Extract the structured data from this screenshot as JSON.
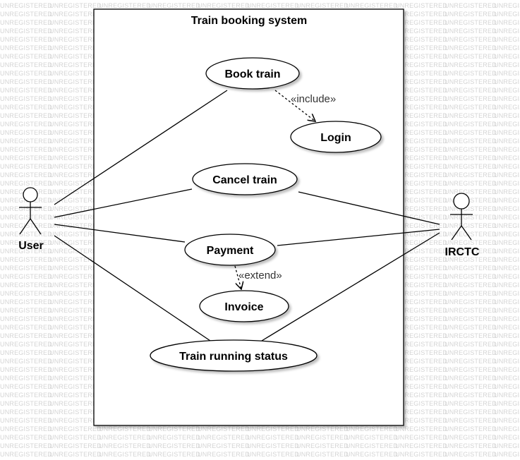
{
  "watermark": {
    "text": "UNREGISTERED",
    "color": "#d4d4d4"
  },
  "system": {
    "title": "Train booking system"
  },
  "actors": {
    "user": {
      "label": "User"
    },
    "irctc": {
      "label": "IRCTC"
    }
  },
  "use_cases": {
    "book_train": {
      "label": "Book train"
    },
    "login": {
      "label": "Login"
    },
    "cancel_train": {
      "label": "Cancel train"
    },
    "payment": {
      "label": "Payment"
    },
    "invoice": {
      "label": "Invoice"
    },
    "train_running_status": {
      "label": "Train running status"
    }
  },
  "relationships": {
    "include": {
      "label": "«include»"
    },
    "extend": {
      "label": "«extend»"
    }
  }
}
